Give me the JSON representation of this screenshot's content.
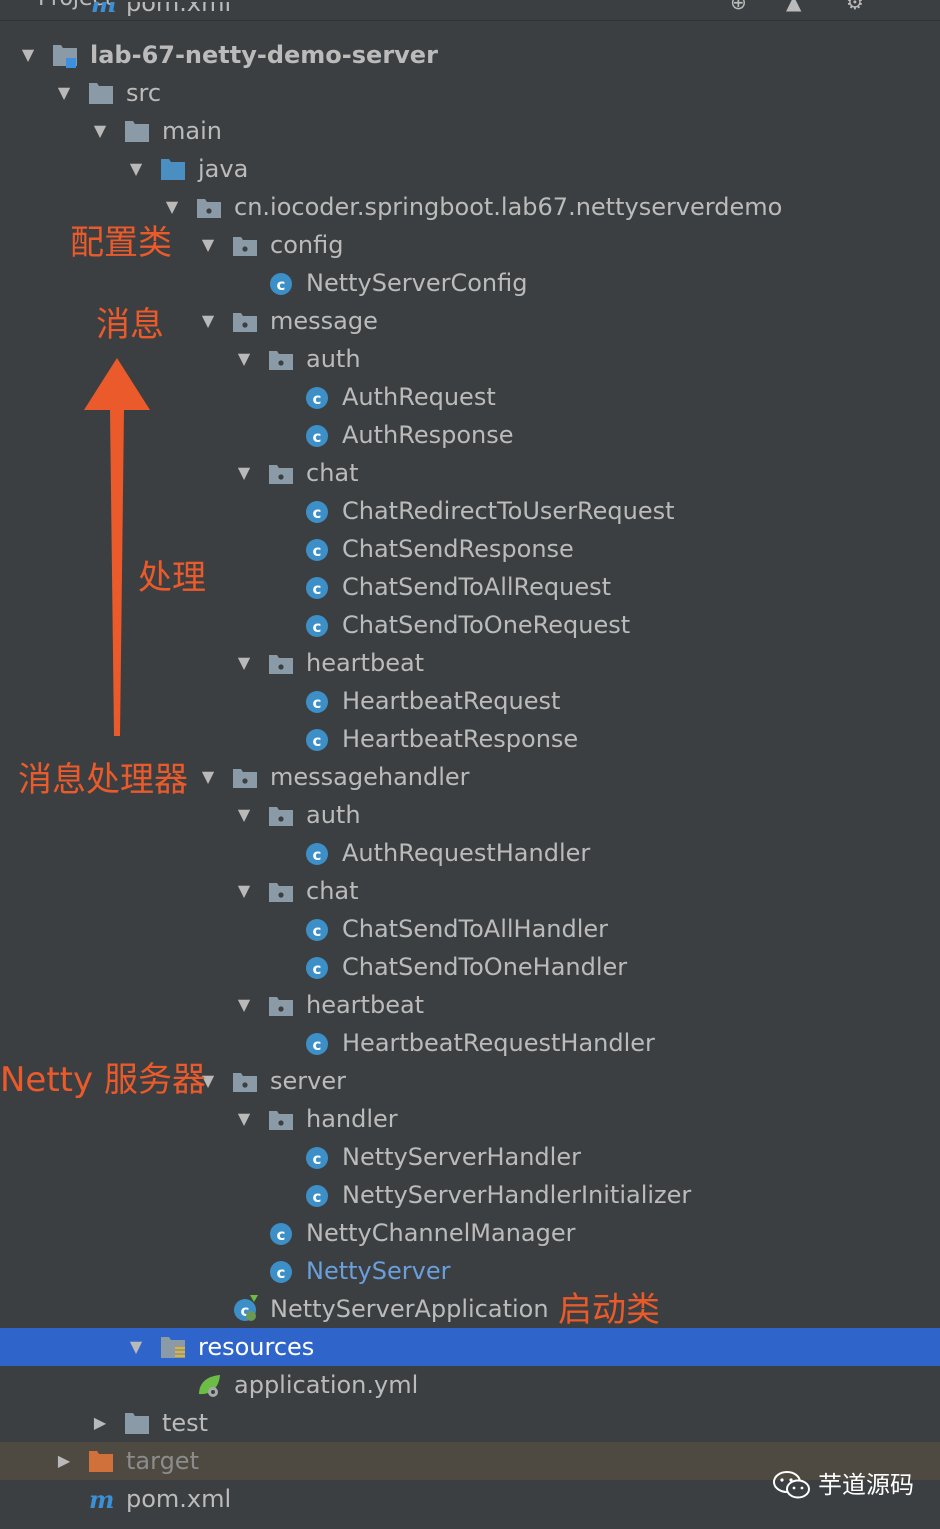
{
  "header": {
    "title": "Project",
    "partial_item": "pom.xml"
  },
  "tree": [
    {
      "depth": 0,
      "arrow": "down",
      "icon": "module-folder-icon",
      "label": "lab-67-netty-demo-server",
      "bold": true
    },
    {
      "depth": 1,
      "arrow": "down",
      "icon": "folder-icon",
      "label": "src"
    },
    {
      "depth": 2,
      "arrow": "down",
      "icon": "folder-icon",
      "label": "main"
    },
    {
      "depth": 3,
      "arrow": "down",
      "icon": "source-folder-icon",
      "label": "java"
    },
    {
      "depth": 4,
      "arrow": "down",
      "icon": "package-icon",
      "label": "cn.iocoder.springboot.lab67.nettyserverdemo"
    },
    {
      "depth": 5,
      "arrow": "down",
      "icon": "package-icon",
      "label": "config"
    },
    {
      "depth": 6,
      "arrow": "none",
      "icon": "class-icon",
      "label": "NettyServerConfig"
    },
    {
      "depth": 5,
      "arrow": "down",
      "icon": "package-icon",
      "label": "message"
    },
    {
      "depth": 6,
      "arrow": "down",
      "icon": "package-icon",
      "label": "auth"
    },
    {
      "depth": 7,
      "arrow": "none",
      "icon": "class-icon",
      "label": "AuthRequest"
    },
    {
      "depth": 7,
      "arrow": "none",
      "icon": "class-icon",
      "label": "AuthResponse"
    },
    {
      "depth": 6,
      "arrow": "down",
      "icon": "package-icon",
      "label": "chat"
    },
    {
      "depth": 7,
      "arrow": "none",
      "icon": "class-icon",
      "label": "ChatRedirectToUserRequest"
    },
    {
      "depth": 7,
      "arrow": "none",
      "icon": "class-icon",
      "label": "ChatSendResponse"
    },
    {
      "depth": 7,
      "arrow": "none",
      "icon": "class-icon",
      "label": "ChatSendToAllRequest"
    },
    {
      "depth": 7,
      "arrow": "none",
      "icon": "class-icon",
      "label": "ChatSendToOneRequest"
    },
    {
      "depth": 6,
      "arrow": "down",
      "icon": "package-icon",
      "label": "heartbeat"
    },
    {
      "depth": 7,
      "arrow": "none",
      "icon": "class-icon",
      "label": "HeartbeatRequest"
    },
    {
      "depth": 7,
      "arrow": "none",
      "icon": "class-icon",
      "label": "HeartbeatResponse"
    },
    {
      "depth": 5,
      "arrow": "down",
      "icon": "package-icon",
      "label": "messagehandler"
    },
    {
      "depth": 6,
      "arrow": "down",
      "icon": "package-icon",
      "label": "auth"
    },
    {
      "depth": 7,
      "arrow": "none",
      "icon": "class-icon",
      "label": "AuthRequestHandler"
    },
    {
      "depth": 6,
      "arrow": "down",
      "icon": "package-icon",
      "label": "chat"
    },
    {
      "depth": 7,
      "arrow": "none",
      "icon": "class-icon",
      "label": "ChatSendToAllHandler"
    },
    {
      "depth": 7,
      "arrow": "none",
      "icon": "class-icon",
      "label": "ChatSendToOneHandler"
    },
    {
      "depth": 6,
      "arrow": "down",
      "icon": "package-icon",
      "label": "heartbeat"
    },
    {
      "depth": 7,
      "arrow": "none",
      "icon": "class-icon",
      "label": "HeartbeatRequestHandler"
    },
    {
      "depth": 5,
      "arrow": "down",
      "icon": "package-icon",
      "label": "server"
    },
    {
      "depth": 6,
      "arrow": "down",
      "icon": "package-icon",
      "label": "handler"
    },
    {
      "depth": 7,
      "arrow": "none",
      "icon": "class-icon",
      "label": "NettyServerHandler"
    },
    {
      "depth": 7,
      "arrow": "none",
      "icon": "class-icon",
      "label": "NettyServerHandlerInitializer"
    },
    {
      "depth": 6,
      "arrow": "none",
      "icon": "class-icon",
      "label": "NettyChannelManager"
    },
    {
      "depth": 6,
      "arrow": "none",
      "icon": "class-icon",
      "label": "NettyServer",
      "highlight": true
    },
    {
      "depth": 5,
      "arrow": "none",
      "icon": "spring-boot-app-icon",
      "label": "NettyServerApplication"
    },
    {
      "depth": 3,
      "arrow": "down",
      "icon": "resources-folder-icon",
      "label": "resources",
      "selected": true
    },
    {
      "depth": 4,
      "arrow": "none",
      "icon": "spring-config-icon",
      "label": "application.yml"
    },
    {
      "depth": 2,
      "arrow": "right",
      "icon": "folder-icon",
      "label": "test"
    },
    {
      "depth": 1,
      "arrow": "right",
      "icon": "excluded-folder-icon",
      "label": "target",
      "target": true
    },
    {
      "depth": 1,
      "arrow": "none",
      "icon": "maven-icon",
      "label": "pom.xml"
    }
  ],
  "annotations": {
    "config": "配置类",
    "message": "消息",
    "handle": "处理",
    "messagehandler": "消息处理器",
    "server": "Netty 服务器",
    "bootstrap": "启动类"
  },
  "watermark": {
    "text": "芋道源码",
    "icon": "wechat-icon"
  },
  "colors": {
    "background": "#3c3f41",
    "selection": "#2f65ca",
    "annotation": "#ea5a2b",
    "class_icon": "#3d8fc7",
    "folder": "#8a9aa6",
    "source_folder": "#4a8ec2",
    "excluded_folder": "#d0703a",
    "highlight_text": "#6a9fdb"
  }
}
